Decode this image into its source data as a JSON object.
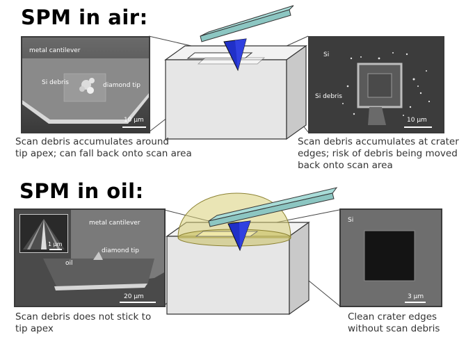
{
  "air": {
    "heading": "SPM in air:",
    "left_image": {
      "label_cantilever": "metal cantilever",
      "label_debris": "Si debris",
      "label_tip": "diamond tip",
      "scalebar": "10 µm"
    },
    "right_image": {
      "label_si": "Si",
      "label_debris": "Si debris",
      "scalebar": "10 µm"
    },
    "caption_left": [
      "Scan debris accumulates around",
      "tip apex; can fall back onto scan area"
    ],
    "caption_right": [
      "Scan debris accumulates at crater",
      "edges; risk of debris being moved",
      "back onto scan area"
    ]
  },
  "oil": {
    "heading": "SPM in oil:",
    "left_image": {
      "label_cantilever": "metal cantilever",
      "label_tip": "diamond tip",
      "label_oil": "oil",
      "scalebar": "20 µm",
      "inset_scalebar": "1 µm"
    },
    "right_image": {
      "label_si": "Si",
      "scalebar": "3 µm"
    },
    "caption_left": [
      "Scan debris does not stick to",
      "tip apex"
    ],
    "caption_right": [
      "Clean crater edges",
      "without scan debris"
    ]
  },
  "colors": {
    "cantilever": "#a8dcd8",
    "tip": "#2030c8",
    "oil_dome": "#d8d078",
    "block": "#e6e6e6"
  }
}
